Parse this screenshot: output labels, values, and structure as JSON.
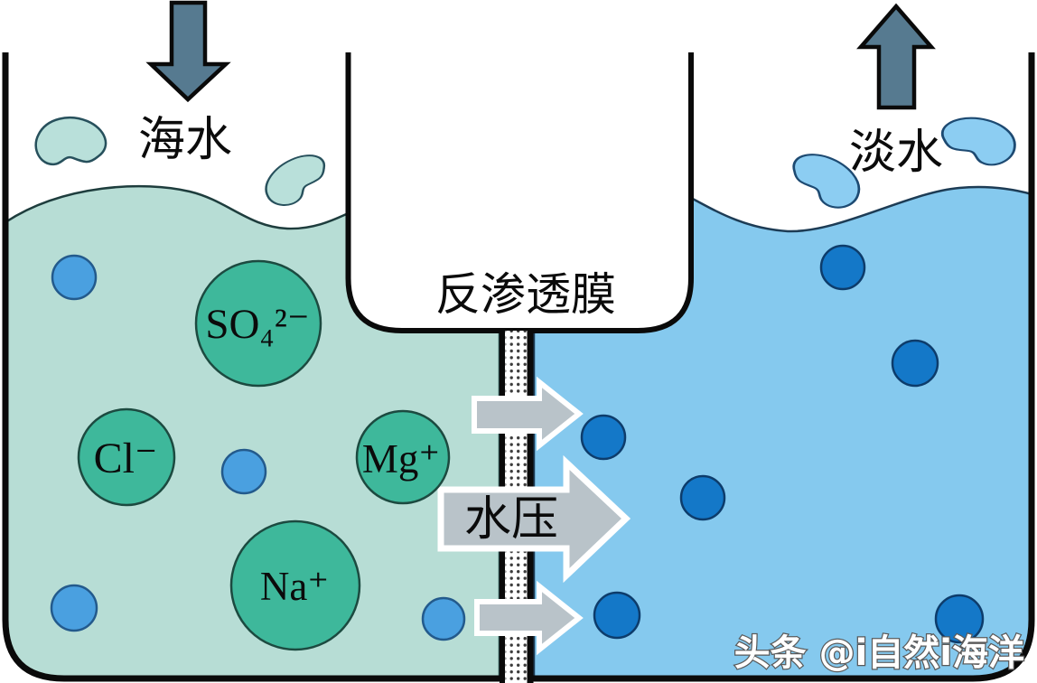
{
  "labels": {
    "seawater": "海水",
    "freshwater": "淡水",
    "membrane": "反渗透膜",
    "water_pressure": "水压"
  },
  "ions": [
    {
      "name": "sulfate",
      "label": "SO₄²⁻"
    },
    {
      "name": "chloride",
      "label": "Cl⁻"
    },
    {
      "name": "magnesium",
      "label": "Mg⁺"
    },
    {
      "name": "sodium",
      "label": "Na⁺"
    }
  ],
  "watermark": {
    "text": "头条 @i自然i海洋"
  },
  "counts": {
    "seawater_molecules": 4,
    "freshwater_molecules": 6,
    "splash_droplets": 4
  },
  "colors": {
    "seawater": "#b7ddd5",
    "freshwater": "#85c9ee",
    "ion": "#3eb89b",
    "seawater_molecule": "#4aa0e0",
    "freshwater_molecule": "#1478c8",
    "pressure_arrow": "#b9c3c9",
    "flow_arrow": "#567a90",
    "droplet_left": "#b9e0da",
    "droplet_right": "#8ccdf2",
    "membrane_fill": "#ffffff",
    "outline": "#0a0a0a"
  }
}
